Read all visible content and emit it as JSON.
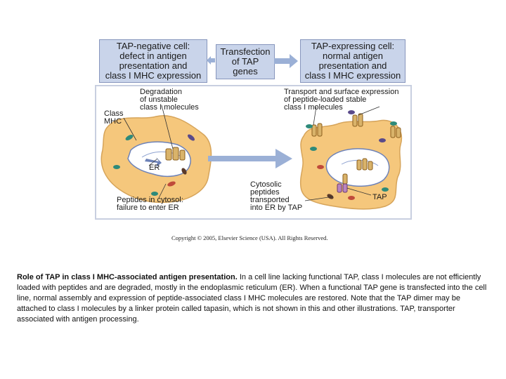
{
  "header": {
    "negative_cell": [
      "TAP-negative cell:",
      "defect in antigen",
      "presentation and",
      "class I MHC expression"
    ],
    "transfection": [
      "Transfection",
      "of TAP",
      "genes"
    ],
    "expressing_cell": [
      "TAP-expressing cell:",
      "normal antigen",
      "presentation and",
      "class I MHC expression"
    ]
  },
  "labels": {
    "degradation": [
      "Degradation",
      "of unstable",
      "class I molecules"
    ],
    "class_mhc": [
      "Class",
      "MHC"
    ],
    "er": "ER",
    "peptides_cytosol": [
      "Peptides in cytosol:",
      "failure to enter ER"
    ],
    "transport": [
      "Transport and surface expression",
      "of peptide-loaded stable",
      "class I molecules"
    ],
    "cytosolic": [
      "Cytosolic",
      "peptides",
      "transported",
      "into ER by TAP"
    ],
    "tap": "TAP"
  },
  "copyright": "Copyright © 2005, Elsevier Science (USA). All Rights Reserved.",
  "caption": {
    "title": "Role of TAP in class I MHC-associated antigen presentation.",
    "body": " In a cell line lacking functional TAP, class I molecules are not efficiently loaded with peptides and are degraded, mostly in the endoplasmic reticulum (ER). When a functional TAP gene is transfected into the cell line, normal assembly and expression of peptide-associated class I MHC molecules are restored. Note that the TAP dimer may be attached to class I molecules by a linker protein called tapasin, which is not shown in this and other illustrations. TAP, transporter associated with antigen processing."
  },
  "colors": {
    "box_fill": "#c9d4ea",
    "cell_fill": "#f5c77c",
    "arrow": "#9bb0d6"
  }
}
